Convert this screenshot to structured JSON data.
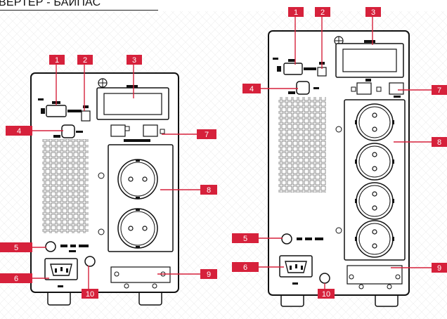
{
  "title": "ВЕРТЕР - БАЙПАС",
  "accent_color": "#d6213b",
  "callout_labels": [
    "1",
    "2",
    "3",
    "4",
    "5",
    "6",
    "7",
    "8",
    "9",
    "10"
  ]
}
